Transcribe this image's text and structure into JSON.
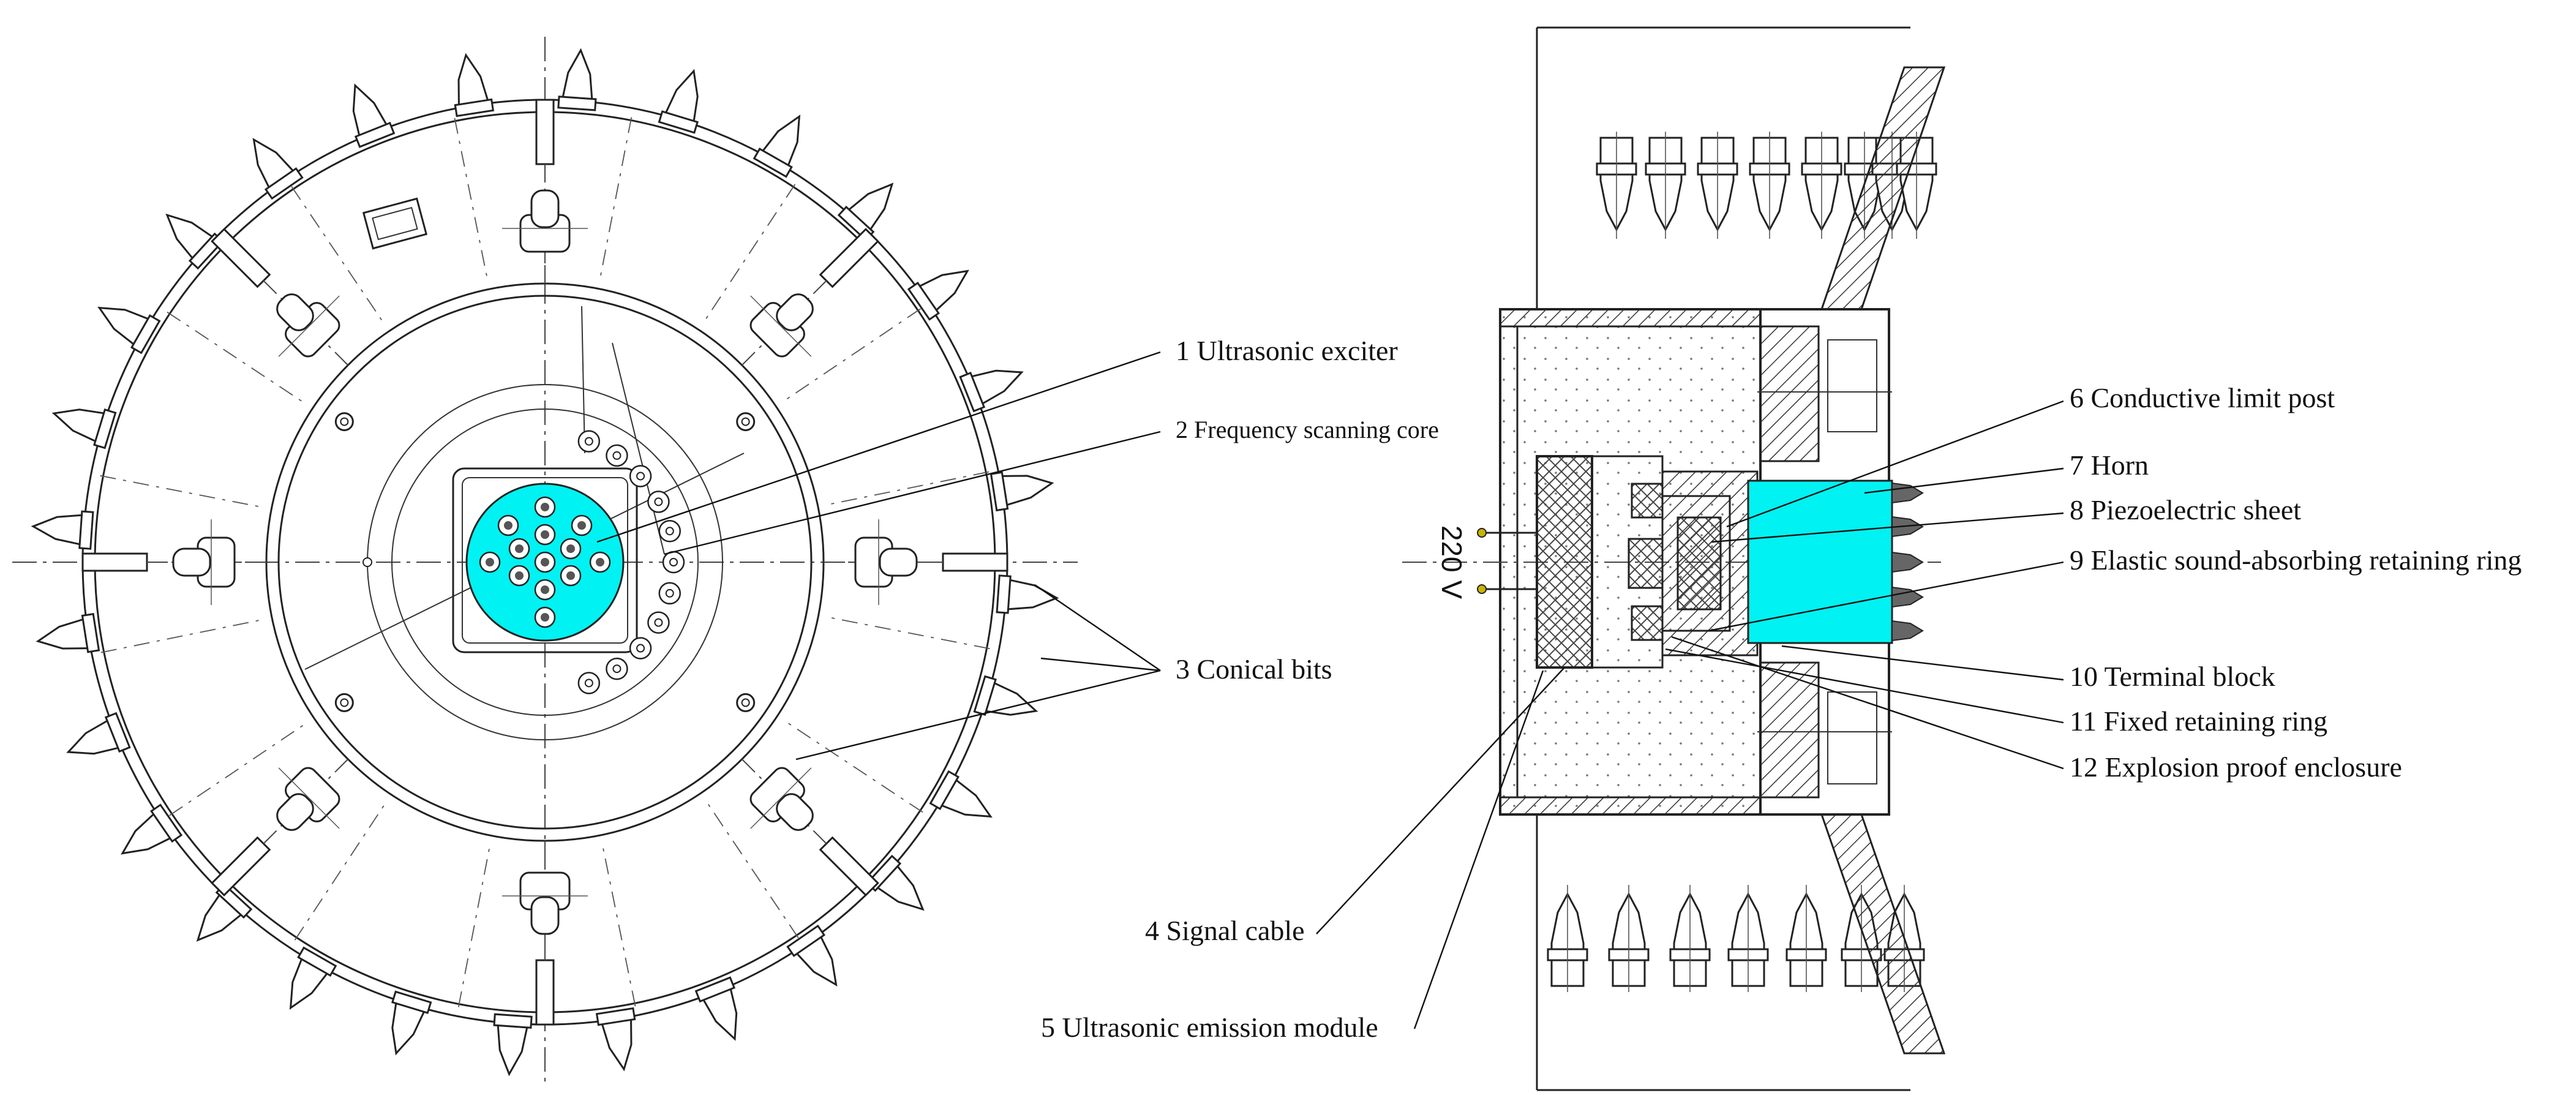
{
  "colors": {
    "accent": "#00f2f2",
    "line": "#222222",
    "background": "#ffffff"
  },
  "labels": {
    "l1": "1 Ultrasonic exciter",
    "l2": "2 Frequency scanning core",
    "l3": "3 Conical bits",
    "l4": "4 Signal cable",
    "l5": "5 Ultrasonic emission module",
    "l6": "6 Conductive limit post",
    "l7": "7 Horn",
    "l8": "8 Piezoelectric sheet",
    "l9": "9 Elastic sound-absorbing retaining ring",
    "l10": "10 Terminal block",
    "l11": "11 Fixed retaining ring",
    "l12": "12 Explosion proof enclosure",
    "voltage": "220 V"
  }
}
